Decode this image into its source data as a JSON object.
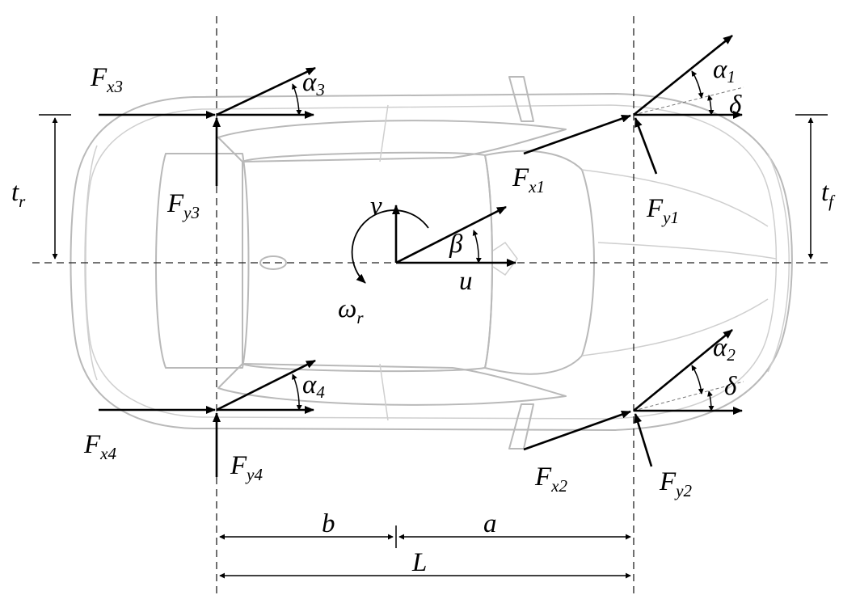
{
  "figure": {
    "labels": {
      "Fx1": {
        "main": "F",
        "sub": "x1"
      },
      "Fx2": {
        "main": "F",
        "sub": "x2"
      },
      "Fx3": {
        "main": "F",
        "sub": "x3"
      },
      "Fx4": {
        "main": "F",
        "sub": "x4"
      },
      "Fy1": {
        "main": "F",
        "sub": "y1"
      },
      "Fy2": {
        "main": "F",
        "sub": "y2"
      },
      "Fy3": {
        "main": "F",
        "sub": "y3"
      },
      "Fy4": {
        "main": "F",
        "sub": "y4"
      },
      "alpha1": {
        "main": "α",
        "sub": "1"
      },
      "alpha2": {
        "main": "α",
        "sub": "2"
      },
      "alpha3": {
        "main": "α",
        "sub": "3"
      },
      "alpha4": {
        "main": "α",
        "sub": "4"
      },
      "delta_front_left": "δ",
      "delta_front_right": "δ",
      "tr": {
        "main": "t",
        "sub": "r"
      },
      "tf": {
        "main": "t",
        "sub": "f"
      },
      "v": "v",
      "u": "u",
      "beta": "β",
      "omega": {
        "main": "ω",
        "sub": "r"
      },
      "a": "a",
      "b": "b",
      "L": "L"
    }
  }
}
